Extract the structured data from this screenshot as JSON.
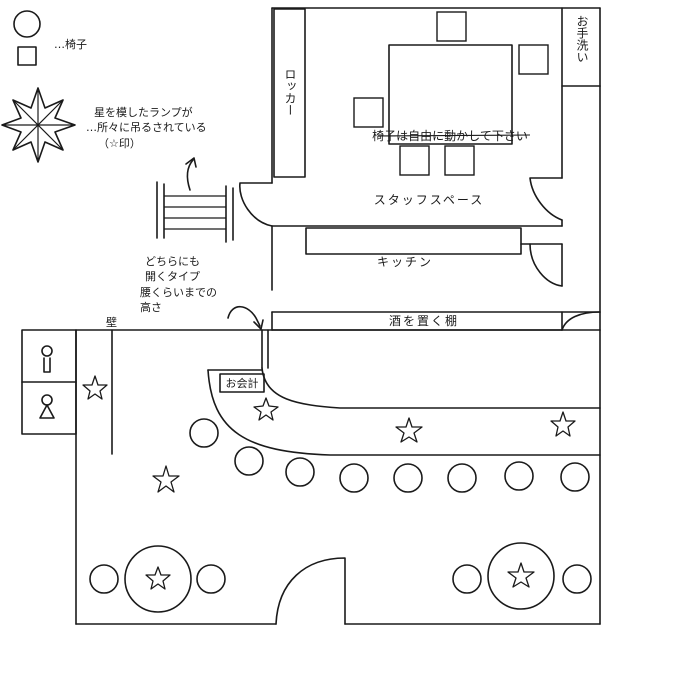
{
  "legend": {
    "round_chair": "…椅子",
    "lamp_desc_line1": "星を模したランプが",
    "lamp_desc_line2": "…所々に吊るされている",
    "lamp_desc_line3": "（☆印）",
    "lamp_icon": "eight-pointed-star-lamp-icon",
    "chair_icon_round": "circle-chair-icon",
    "chair_icon_square": "square-chair-icon"
  },
  "rooms": {
    "locker": "ロッカー",
    "washroom": "お手洗い",
    "staff_space": "スタッフスペース",
    "staff_note": "椅子は自由に動かして下さい",
    "kitchen": "キッチン",
    "liquor_shelf": "酒を置く棚",
    "register": "お会計",
    "wall": "壁"
  },
  "door_note": {
    "line1": "どちらにも",
    "line2": "開くタイプ",
    "line3": "腰くらいまでの",
    "line4": "高さ"
  },
  "restroom_icons": [
    "male-restroom-icon",
    "female-restroom-icon"
  ],
  "colors": {
    "ink": "#1a1a1a",
    "paper": "#ffffff"
  }
}
